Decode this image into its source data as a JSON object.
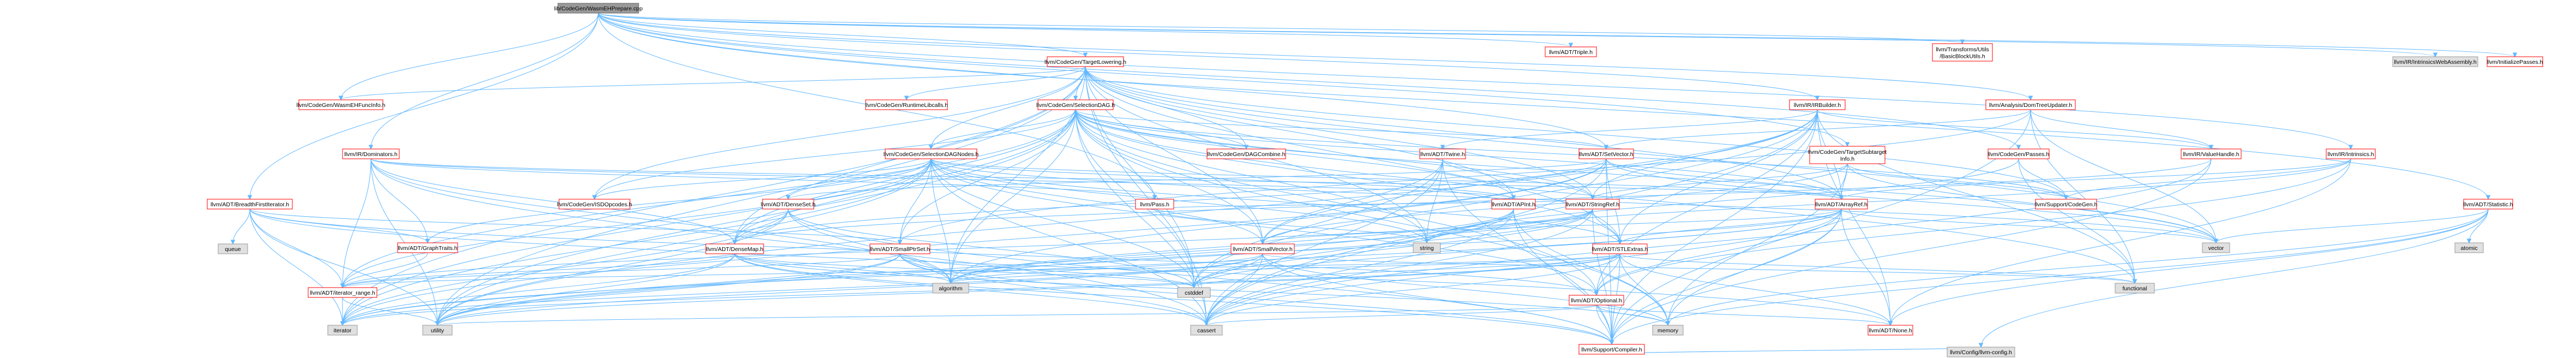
{
  "colors": {
    "root_fill": "#999999",
    "root_stroke": "#666666",
    "linked_stroke": "#ff0000",
    "linked_text": "#000000",
    "leaf_fill": "#e0e0e0",
    "leaf_stroke": "#999999",
    "edge": "#63b8ff"
  },
  "nodes": [
    {
      "id": "root",
      "label": [
        "lib/CodeGen/WasmEHPrepare.cpp"
      ],
      "kind": "root"
    },
    {
      "id": "tlower",
      "label": [
        "llvm/CodeGen/TargetLowering.h"
      ],
      "kind": "linked"
    },
    {
      "id": "triple",
      "label": [
        "llvm/ADT/Triple.h"
      ],
      "kind": "linked"
    },
    {
      "id": "bbutils",
      "label": [
        "llvm/Transforms/Utils",
        "/BasicBlockUtils.h"
      ],
      "kind": "linked"
    },
    {
      "id": "intrwasm",
      "label": [
        "llvm/IR/IntrinsicsWebAssembly.h"
      ],
      "kind": "leaf"
    },
    {
      "id": "initpasses",
      "label": [
        "llvm/InitializePasses.h"
      ],
      "kind": "linked"
    },
    {
      "id": "wasmehfi",
      "label": [
        "llvm/CodeGen/WasmEHFuncInfo.h"
      ],
      "kind": "linked"
    },
    {
      "id": "rtlibcalls",
      "label": [
        "llvm/CodeGen/RuntimeLibcalls.h"
      ],
      "kind": "linked"
    },
    {
      "id": "seldag",
      "label": [
        "llvm/CodeGen/SelectionDAG.h"
      ],
      "kind": "linked"
    },
    {
      "id": "irbuilder",
      "label": [
        "llvm/IR/IRBuilder.h"
      ],
      "kind": "linked"
    },
    {
      "id": "domtu",
      "label": [
        "llvm/Analysis/DomTreeUpdater.h"
      ],
      "kind": "linked"
    },
    {
      "id": "statistic",
      "label": [
        "llvm/ADT/Statistic.h"
      ],
      "kind": "linked"
    },
    {
      "id": "dominators",
      "label": [
        "llvm/IR/Dominators.h"
      ],
      "kind": "linked"
    },
    {
      "id": "dagcomb",
      "label": [
        "llvm/CodeGen/DAGCombine.h"
      ],
      "kind": "linked"
    },
    {
      "id": "twine",
      "label": [
        "llvm/ADT/Twine.h"
      ],
      "kind": "linked"
    },
    {
      "id": "setvector",
      "label": [
        "llvm/ADT/SetVector.h"
      ],
      "kind": "linked"
    },
    {
      "id": "tgtsubinfo",
      "label": [
        "llvm/CodeGen/TargetSubtarget",
        "Info.h"
      ],
      "kind": "linked"
    },
    {
      "id": "cgpasses",
      "label": [
        "llvm/CodeGen/Passes.h"
      ],
      "kind": "linked"
    },
    {
      "id": "valuehandle",
      "label": [
        "llvm/IR/ValueHandle.h"
      ],
      "kind": "linked"
    },
    {
      "id": "intrinsics",
      "label": [
        "llvm/IR/Intrinsics.h"
      ],
      "kind": "linked"
    },
    {
      "id": "bfi",
      "label": [
        "llvm/ADT/BreadthFirstIterator.h"
      ],
      "kind": "linked"
    },
    {
      "id": "sdnodes",
      "label": [
        "llvm/CodeGen/SelectionDAGNodes.h"
      ],
      "kind": "linked"
    },
    {
      "id": "isdops",
      "label": [
        "llvm/CodeGen/ISDOpcodes.h"
      ],
      "kind": "linked"
    },
    {
      "id": "pass",
      "label": [
        "llvm/Pass.h"
      ],
      "kind": "linked"
    },
    {
      "id": "apint",
      "label": [
        "llvm/ADT/APInt.h"
      ],
      "kind": "linked"
    },
    {
      "id": "stringref",
      "label": [
        "llvm/ADT/StringRef.h"
      ],
      "kind": "linked"
    },
    {
      "id": "arrayref",
      "label": [
        "llvm/ADT/ArrayRef.h"
      ],
      "kind": "linked"
    },
    {
      "id": "supcg",
      "label": [
        "llvm/Support/CodeGen.h"
      ],
      "kind": "linked"
    },
    {
      "id": "denseset",
      "label": [
        "llvm/ADT/DenseSet.h"
      ],
      "kind": "linked"
    },
    {
      "id": "graphtraits",
      "label": [
        "llvm/ADT/GraphTraits.h"
      ],
      "kind": "linked"
    },
    {
      "id": "densemap",
      "label": [
        "llvm/ADT/DenseMap.h"
      ],
      "kind": "linked"
    },
    {
      "id": "smallptrset",
      "label": [
        "llvm/ADT/SmallPtrSet.h"
      ],
      "kind": "linked"
    },
    {
      "id": "smallvector",
      "label": [
        "llvm/ADT/SmallVector.h"
      ],
      "kind": "linked"
    },
    {
      "id": "stlextras",
      "label": [
        "llvm/ADT/STLExtras.h"
      ],
      "kind": "linked"
    },
    {
      "id": "optional",
      "label": [
        "llvm/ADT/Optional.h"
      ],
      "kind": "linked"
    },
    {
      "id": "iterrange",
      "label": [
        "llvm/ADT/iterator_range.h"
      ],
      "kind": "linked"
    },
    {
      "id": "compiler",
      "label": [
        "llvm/Support/Compiler.h"
      ],
      "kind": "linked"
    },
    {
      "id": "none",
      "label": [
        "llvm/ADT/None.h"
      ],
      "kind": "linked"
    },
    {
      "id": "llvmconfig",
      "label": [
        "llvm/Config/llvm-config.h"
      ],
      "kind": "leaf"
    },
    {
      "id": "queue",
      "label": [
        "queue"
      ],
      "kind": "leaf"
    },
    {
      "id": "iterator",
      "label": [
        "iterator"
      ],
      "kind": "leaf"
    },
    {
      "id": "utility",
      "label": [
        "utility"
      ],
      "kind": "leaf"
    },
    {
      "id": "algorithm",
      "label": [
        "algorithm"
      ],
      "kind": "leaf"
    },
    {
      "id": "cstddef",
      "label": [
        "cstddef"
      ],
      "kind": "leaf"
    },
    {
      "id": "cassert",
      "label": [
        "cassert"
      ],
      "kind": "leaf"
    },
    {
      "id": "memory",
      "label": [
        "memory"
      ],
      "kind": "leaf"
    },
    {
      "id": "string",
      "label": [
        "string"
      ],
      "kind": "leaf"
    },
    {
      "id": "vector",
      "label": [
        "vector"
      ],
      "kind": "leaf"
    },
    {
      "id": "functional",
      "label": [
        "functional"
      ],
      "kind": "leaf"
    },
    {
      "id": "atomic",
      "label": [
        "atomic"
      ],
      "kind": "leaf"
    }
  ],
  "edges": [
    [
      "root",
      "tlower"
    ],
    [
      "root",
      "triple"
    ],
    [
      "root",
      "bbutils"
    ],
    [
      "root",
      "intrwasm"
    ],
    [
      "root",
      "initpasses"
    ],
    [
      "root",
      "irbuilder"
    ],
    [
      "root",
      "domtu"
    ],
    [
      "root",
      "statistic"
    ],
    [
      "root",
      "dominators"
    ],
    [
      "root",
      "setvector"
    ],
    [
      "root",
      "cgpasses"
    ],
    [
      "root",
      "bfi"
    ],
    [
      "root",
      "wasmehfi"
    ],
    [
      "root",
      "intrinsics"
    ],
    [
      "root",
      "pass"
    ],
    [
      "root",
      "tgtsubinfo"
    ],
    [
      "tlower",
      "wasmehfi"
    ],
    [
      "tlower",
      "rtlibcalls"
    ],
    [
      "tlower",
      "seldag"
    ],
    [
      "tlower",
      "dagcomb"
    ],
    [
      "tlower",
      "sdnodes"
    ],
    [
      "tlower",
      "isdops"
    ],
    [
      "tlower",
      "apint"
    ],
    [
      "tlower",
      "arrayref"
    ],
    [
      "tlower",
      "stringref"
    ],
    [
      "tlower",
      "densemap"
    ],
    [
      "tlower",
      "smallvector"
    ],
    [
      "tlower",
      "stlextras"
    ],
    [
      "tlower",
      "cassert"
    ],
    [
      "tlower",
      "string"
    ],
    [
      "tlower",
      "vector"
    ],
    [
      "tlower",
      "utility"
    ],
    [
      "tlower",
      "iterator"
    ],
    [
      "tlower",
      "algorithm"
    ],
    [
      "tlower",
      "cstddef"
    ],
    [
      "tlower",
      "supcg"
    ],
    [
      "seldag",
      "dagcomb"
    ],
    [
      "seldag",
      "sdnodes"
    ],
    [
      "seldag",
      "isdops"
    ],
    [
      "seldag",
      "apint"
    ],
    [
      "seldag",
      "arrayref"
    ],
    [
      "seldag",
      "setvector"
    ],
    [
      "seldag",
      "stringref"
    ],
    [
      "seldag",
      "densemap"
    ],
    [
      "seldag",
      "densemap"
    ],
    [
      "seldag",
      "smallvector"
    ],
    [
      "seldag",
      "stlextras"
    ],
    [
      "seldag",
      "supcg"
    ],
    [
      "seldag",
      "vector"
    ],
    [
      "seldag",
      "string"
    ],
    [
      "seldag",
      "functional"
    ],
    [
      "seldag",
      "cassert"
    ],
    [
      "seldag",
      "cstddef"
    ],
    [
      "seldag",
      "iterator"
    ],
    [
      "seldag",
      "utility"
    ],
    [
      "seldag",
      "algorithm"
    ],
    [
      "seldag",
      "optional"
    ],
    [
      "seldag",
      "smallptrset"
    ],
    [
      "seldag",
      "iterrange"
    ],
    [
      "seldag",
      "memory"
    ],
    [
      "sdnodes",
      "isdops"
    ],
    [
      "sdnodes",
      "apint"
    ],
    [
      "sdnodes",
      "arrayref"
    ],
    [
      "sdnodes",
      "densemap"
    ],
    [
      "sdnodes",
      "smallptrset"
    ],
    [
      "sdnodes",
      "smallvector"
    ],
    [
      "sdnodes",
      "stlextras"
    ],
    [
      "sdnodes",
      "graphtraits"
    ],
    [
      "sdnodes",
      "iterrange"
    ],
    [
      "sdnodes",
      "algorithm"
    ],
    [
      "sdnodes",
      "cassert"
    ],
    [
      "sdnodes",
      "cstddef"
    ],
    [
      "sdnodes",
      "iterator"
    ],
    [
      "sdnodes",
      "string"
    ],
    [
      "sdnodes",
      "utility"
    ],
    [
      "sdnodes",
      "vector"
    ],
    [
      "sdnodes",
      "denseset"
    ],
    [
      "sdnodes",
      "optional"
    ],
    [
      "irbuilder",
      "arrayref"
    ],
    [
      "irbuilder",
      "none"
    ],
    [
      "irbuilder",
      "stringref"
    ],
    [
      "irbuilder",
      "twine"
    ],
    [
      "irbuilder",
      "compiler"
    ],
    [
      "irbuilder",
      "cassert"
    ],
    [
      "irbuilder",
      "cstddef"
    ],
    [
      "irbuilder",
      "functional"
    ],
    [
      "irbuilder",
      "utility"
    ],
    [
      "irbuilder",
      "valuehandle"
    ],
    [
      "irbuilder",
      "optional"
    ],
    [
      "irbuilder",
      "smallvector"
    ],
    [
      "irbuilder",
      "stlextras"
    ],
    [
      "domtu",
      "setvector"
    ],
    [
      "domtu",
      "compiler"
    ],
    [
      "domtu",
      "functional"
    ],
    [
      "domtu",
      "vector"
    ],
    [
      "domtu",
      "smallptrset"
    ],
    [
      "domtu",
      "valuehandle"
    ],
    [
      "statistic",
      "compiler"
    ],
    [
      "statistic",
      "atomic"
    ],
    [
      "statistic",
      "memory"
    ],
    [
      "statistic",
      "vector"
    ],
    [
      "statistic",
      "llvmconfig"
    ],
    [
      "statistic",
      "none"
    ],
    [
      "dominators",
      "apint"
    ],
    [
      "dominators",
      "arrayref"
    ],
    [
      "dominators",
      "densemap"
    ],
    [
      "dominators",
      "graphtraits"
    ],
    [
      "dominators",
      "iterrange"
    ],
    [
      "dominators",
      "algorithm"
    ],
    [
      "dominators",
      "cassert"
    ],
    [
      "dominators",
      "utility"
    ],
    [
      "dominators",
      "pass"
    ],
    [
      "twine",
      "smallvector"
    ],
    [
      "twine",
      "stringref"
    ],
    [
      "twine",
      "cassert"
    ],
    [
      "twine",
      "cstddef"
    ],
    [
      "twine",
      "string"
    ],
    [
      "twine",
      "compiler"
    ],
    [
      "setvector",
      "arrayref"
    ],
    [
      "setvector",
      "densemap"
    ],
    [
      "setvector",
      "stlextras"
    ],
    [
      "setvector",
      "compiler"
    ],
    [
      "setvector",
      "algorithm"
    ],
    [
      "setvector",
      "cassert"
    ],
    [
      "setvector",
      "iterator"
    ],
    [
      "setvector",
      "vector"
    ],
    [
      "setvector",
      "denseset"
    ],
    [
      "tgtsubinfo",
      "arrayref"
    ],
    [
      "tgtsubinfo",
      "smallvector"
    ],
    [
      "tgtsubinfo",
      "stringref"
    ],
    [
      "tgtsubinfo",
      "supcg"
    ],
    [
      "tgtsubinfo",
      "memory"
    ],
    [
      "tgtsubinfo",
      "vector"
    ],
    [
      "cgpasses",
      "supcg"
    ],
    [
      "cgpasses",
      "functional"
    ],
    [
      "cgpasses",
      "string"
    ],
    [
      "valuehandle",
      "densemap"
    ],
    [
      "valuehandle",
      "cassert"
    ],
    [
      "valuehandle",
      "compiler"
    ],
    [
      "intrinsics",
      "arrayref"
    ],
    [
      "intrinsics",
      "none"
    ],
    [
      "intrinsics",
      "optional"
    ],
    [
      "intrinsics",
      "supcg"
    ],
    [
      "intrinsics",
      "string"
    ],
    [
      "bfi",
      "graphtraits"
    ],
    [
      "bfi",
      "none"
    ],
    [
      "bfi",
      "optional"
    ],
    [
      "bfi",
      "smallptrset"
    ],
    [
      "bfi",
      "iterrange"
    ],
    [
      "bfi",
      "iterator"
    ],
    [
      "bfi",
      "queue"
    ],
    [
      "bfi",
      "utility"
    ],
    [
      "pass",
      "stringref"
    ],
    [
      "pass",
      "string"
    ],
    [
      "apint",
      "compiler"
    ],
    [
      "apint",
      "cassert"
    ],
    [
      "apint",
      "utility"
    ],
    [
      "apint",
      "algorithm"
    ],
    [
      "apint",
      "cstddef"
    ],
    [
      "apint",
      "memory"
    ],
    [
      "stringref",
      "stlextras"
    ],
    [
      "stringref",
      "compiler"
    ],
    [
      "stringref",
      "algorithm"
    ],
    [
      "stringref",
      "cassert"
    ],
    [
      "stringref",
      "cstddef"
    ],
    [
      "stringref",
      "string"
    ],
    [
      "stringref",
      "utility"
    ],
    [
      "stringref",
      "iterrange"
    ],
    [
      "arrayref",
      "none"
    ],
    [
      "arrayref",
      "smallvector"
    ],
    [
      "arrayref",
      "stlextras"
    ],
    [
      "arrayref",
      "compiler"
    ],
    [
      "arrayref",
      "algorithm"
    ],
    [
      "arrayref",
      "cassert"
    ],
    [
      "arrayref",
      "cstddef"
    ],
    [
      "arrayref",
      "iterator"
    ],
    [
      "arrayref",
      "memory"
    ],
    [
      "arrayref",
      "vector"
    ],
    [
      "arrayref",
      "optional"
    ],
    [
      "denseset",
      "densemap"
    ],
    [
      "denseset",
      "compiler"
    ],
    [
      "denseset",
      "cstddef"
    ],
    [
      "denseset",
      "iterator"
    ],
    [
      "denseset",
      "utility"
    ],
    [
      "denseset",
      "algorithm"
    ],
    [
      "graphtraits",
      "iterrange"
    ],
    [
      "densemap",
      "compiler"
    ],
    [
      "densemap",
      "algorithm"
    ],
    [
      "densemap",
      "cassert"
    ],
    [
      "densemap",
      "cstddef"
    ],
    [
      "densemap",
      "iterator"
    ],
    [
      "densemap",
      "utility"
    ],
    [
      "densemap",
      "memory"
    ],
    [
      "densemap",
      "iterrange"
    ],
    [
      "smallptrset",
      "compiler"
    ],
    [
      "smallptrset",
      "cassert"
    ],
    [
      "smallptrset",
      "cstddef"
    ],
    [
      "smallptrset",
      "iterator"
    ],
    [
      "smallptrset",
      "utility"
    ],
    [
      "smallptrset",
      "algorithm"
    ],
    [
      "smallptrset",
      "iterrange"
    ],
    [
      "smallvector",
      "compiler"
    ],
    [
      "smallvector",
      "algorithm"
    ],
    [
      "smallvector",
      "cassert"
    ],
    [
      "smallvector",
      "cstddef"
    ],
    [
      "smallvector",
      "iterator"
    ],
    [
      "smallvector",
      "memory"
    ],
    [
      "smallvector",
      "utility"
    ],
    [
      "smallvector",
      "functional"
    ],
    [
      "stlextras",
      "optional"
    ],
    [
      "stlextras",
      "iterrange"
    ],
    [
      "stlextras",
      "compiler"
    ],
    [
      "stlextras",
      "algorithm"
    ],
    [
      "stlextras",
      "cassert"
    ],
    [
      "stlextras",
      "cstddef"
    ],
    [
      "stlextras",
      "functional"
    ],
    [
      "stlextras",
      "iterator"
    ],
    [
      "stlextras",
      "memory"
    ],
    [
      "stlextras",
      "utility"
    ],
    [
      "stlextras",
      "none"
    ],
    [
      "optional",
      "none"
    ],
    [
      "optional",
      "compiler"
    ],
    [
      "optional",
      "cassert"
    ],
    [
      "optional",
      "memory"
    ],
    [
      "optional",
      "utility"
    ],
    [
      "iterrange",
      "utility"
    ],
    [
      "iterrange",
      "iterator"
    ],
    [
      "compiler",
      "llvmconfig"
    ]
  ]
}
